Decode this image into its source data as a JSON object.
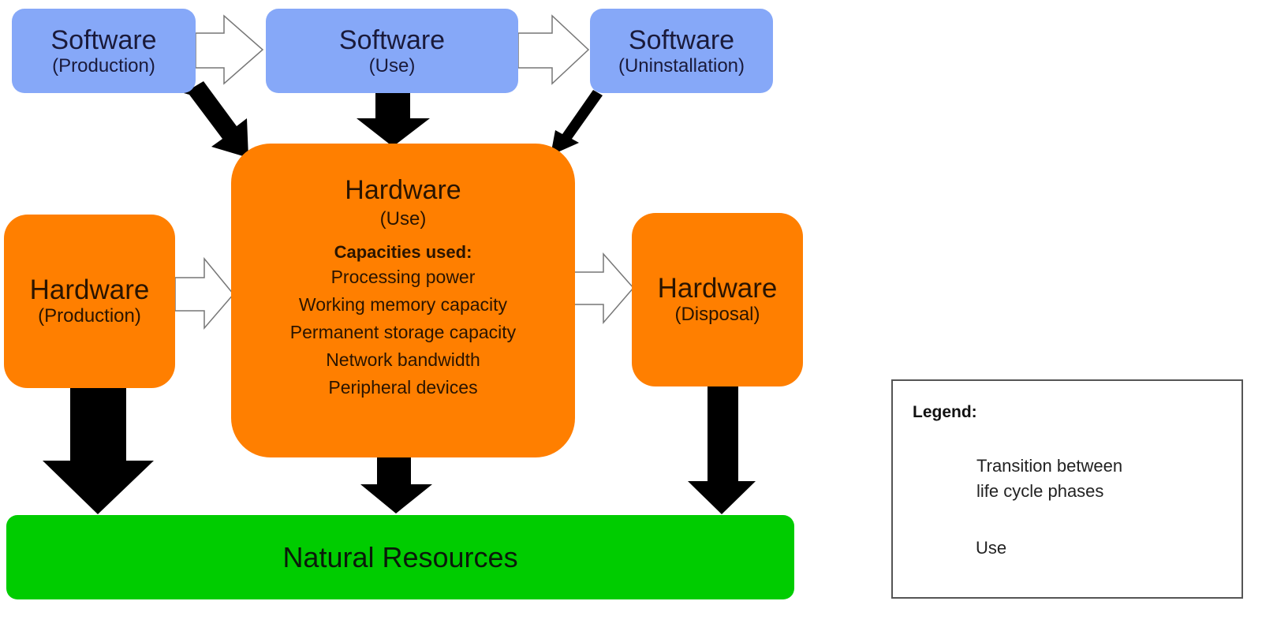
{
  "nodes": {
    "software_production": {
      "title": "Software",
      "subtitle": "(Production)",
      "color": "#86a8f8"
    },
    "software_use": {
      "title": "Software",
      "subtitle": "(Use)",
      "color": "#86a8f8"
    },
    "software_uninstallation": {
      "title": "Software",
      "subtitle": "(Uninstallation)",
      "color": "#86a8f8"
    },
    "hardware_production": {
      "title": "Hardware",
      "subtitle": "(Production)",
      "color": "#ff7f00"
    },
    "hardware_use": {
      "title": "Hardware",
      "subtitle": "(Use)",
      "color": "#ff7f00",
      "capacities_heading": "Capacities used:",
      "capacities": [
        "Processing power",
        "Working memory capacity",
        "Permanent storage capacity",
        "Network bandwidth",
        "Peripheral devices"
      ]
    },
    "hardware_disposal": {
      "title": "Hardware",
      "subtitle": "(Disposal)",
      "color": "#ff7f00"
    },
    "natural_resources": {
      "title": "Natural Resources",
      "color": "#00cc00"
    }
  },
  "edges": [
    {
      "from": "software_production",
      "to": "software_use",
      "type": "transition"
    },
    {
      "from": "software_use",
      "to": "software_uninstallation",
      "type": "transition"
    },
    {
      "from": "hardware_production",
      "to": "hardware_use",
      "type": "transition"
    },
    {
      "from": "hardware_use",
      "to": "hardware_disposal",
      "type": "transition"
    },
    {
      "from": "software_production",
      "to": "hardware_use",
      "type": "use"
    },
    {
      "from": "software_use",
      "to": "hardware_use",
      "type": "use"
    },
    {
      "from": "software_uninstallation",
      "to": "hardware_use",
      "type": "use"
    },
    {
      "from": "hardware_production",
      "to": "natural_resources",
      "type": "use"
    },
    {
      "from": "hardware_use",
      "to": "natural_resources",
      "type": "use"
    },
    {
      "from": "hardware_disposal",
      "to": "natural_resources",
      "type": "use"
    }
  ],
  "legend": {
    "title": "Legend:",
    "transition_label_line1": "Transition between",
    "transition_label_line2": "life cycle phases",
    "use_label": "Use"
  }
}
